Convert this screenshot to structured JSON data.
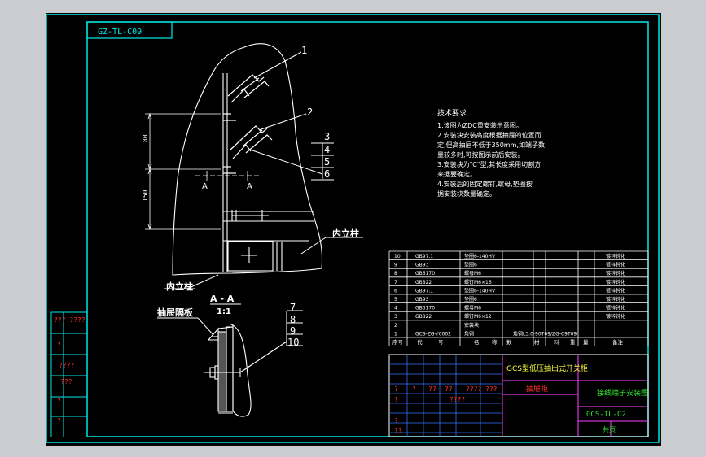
{
  "drawing": {
    "code_top": "GZ-TL-C09",
    "callouts": [
      "1",
      "2",
      "3",
      "4",
      "5",
      "6",
      "7",
      "8",
      "9",
      "10"
    ],
    "section_mark": "A",
    "dim_upper": "80",
    "dim_lower": "150",
    "label_inner_column": "内立柱",
    "label_board": "抽屉隔板",
    "section_title": "A - A",
    "section_scale": "1:1",
    "notes_title": "技术要求",
    "notes": [
      "1.该图为ZDC重安装示意图。",
      "2.安装块安装高度根据抽屉的位置而",
      "定,但高抽屉不低于350mm,如端子数",
      "量较多时,可按图示前后安装。",
      "3.安装块为\"C\"型,其长度采用切割方",
      "来据要确定。",
      "4.安装后的固定螺钉,螺母,垫圈按",
      "据安装块数量确定。"
    ]
  },
  "bom": {
    "rows": [
      {
        "no": "10",
        "code": "GB97.1",
        "name": "垫圈6-140HV",
        "note": "镀锌钝化"
      },
      {
        "no": "9",
        "code": "GB93",
        "name": "垫圈6",
        "note": "镀锌钝化"
      },
      {
        "no": "8",
        "code": "GB6170",
        "name": "螺母M6",
        "note": "镀锌钝化"
      },
      {
        "no": "7",
        "code": "GB822",
        "name": "螺钉M6×16",
        "note": "镀锌钝化"
      },
      {
        "no": "6",
        "code": "GB97.1",
        "name": "垫圈6-140HV",
        "note": "镀锌钝化"
      },
      {
        "no": "5",
        "code": "GB93",
        "name": "垫圈6",
        "note": "镀锌钝化"
      },
      {
        "no": "4",
        "code": "GB6170",
        "name": "螺母M6",
        "note": "镀锌钝化"
      },
      {
        "no": "3",
        "code": "GB822",
        "name": "螺钉M6×12",
        "note": "镀锌钝化"
      },
      {
        "no": "2",
        "code": "",
        "name": "安装块",
        "note": ""
      },
      {
        "no": "1",
        "code": "GCS-ZG-Y0002",
        "name": "角钢",
        "note": "",
        "spec": "角钢L3.0-90T09/ZG-C9T09"
      }
    ],
    "headers": [
      "序号",
      "代",
      "号",
      "名",
      "称",
      "数",
      "材",
      "料",
      "重",
      "量",
      "备注"
    ]
  },
  "title_block": {
    "project": "GCS型低压抽出式开关柜",
    "drawing_name": "接线端子安装图",
    "drawing_no": "GCS-TL-C2",
    "company": "抽屉柜",
    "page_label": "共页",
    "qmarks": [
      "?",
      "?",
      "??",
      "??",
      "????",
      "???",
      "?",
      "????",
      "?",
      "??"
    ]
  },
  "left_strip": {
    "labels": [
      "??? ????",
      "?",
      "????",
      "???",
      "?",
      "?"
    ]
  },
  "colors": {
    "border": "#00e8e8",
    "line": "#ffffff",
    "blue": "#3070ff",
    "magenta": "#ff40ff",
    "yellow": "#ffff40",
    "red": "#ff3030",
    "green": "#30e030",
    "cyan": "#00d0d0"
  }
}
